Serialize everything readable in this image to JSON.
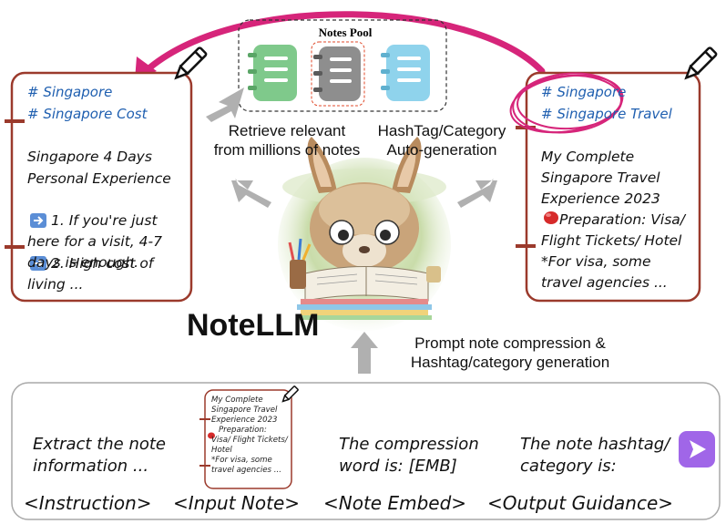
{
  "notes_pool": {
    "title": "Notes Pool"
  },
  "left_note": {
    "tags": [
      "# Singapore",
      "# Singapore Cost"
    ],
    "lines": [
      "Singapore 4 Days",
      "Personal Experience",
      "1. If you're just",
      "here for a visit, 4-7",
      "days is enough.",
      "2. High cost of",
      "living ..."
    ]
  },
  "right_note": {
    "tags": [
      "# Singapore",
      "# Singapore Travel"
    ],
    "lines": [
      "My Complete",
      "Singapore Travel",
      "Experience 2023",
      "Preparation: Visa/",
      "Flight Tickets/ Hotel",
      "*For visa, some",
      "travel agencies ..."
    ]
  },
  "captions": {
    "retrieve": [
      "Retrieve relevant",
      "from millions of notes"
    ],
    "hashtag": [
      "HashTag/Category",
      "Auto-generation"
    ],
    "prompt": [
      "Prompt note compression &",
      "Hashtag/category generation"
    ]
  },
  "model": {
    "name": "NoteLLM"
  },
  "prompt_box": {
    "instruction_text": [
      "Extract the note",
      "information ..."
    ],
    "input_note_lines": [
      "My Complete",
      "Singapore Travel",
      "Experience 2023",
      "Preparation:",
      "Visa/ Flight Tickets/",
      "Hotel",
      "*For visa, some",
      "travel agencies ..."
    ],
    "embed_text": [
      "The compression",
      "word is: [EMB]"
    ],
    "output_text": [
      "The note hashtag/",
      "category is:"
    ],
    "labels": [
      "<Instruction>",
      "<Input Note>",
      "<Note Embed>",
      "<Output Guidance>"
    ]
  },
  "colors": {
    "card_border": "#9b3a2c",
    "tag_blue": "#1f5fb0",
    "magenta_arrow": "#d6257a",
    "gray_arrow": "#a9a9a9",
    "note_green": "#7fc98b",
    "note_gray": "#8e8e8e",
    "note_blue": "#8fd3ec",
    "send_purple": "#a066e8"
  },
  "icons": [
    "pencil-icon",
    "right-arrow-emoji-icon",
    "red-pin-icon",
    "send-icon",
    "llama-illustration"
  ]
}
